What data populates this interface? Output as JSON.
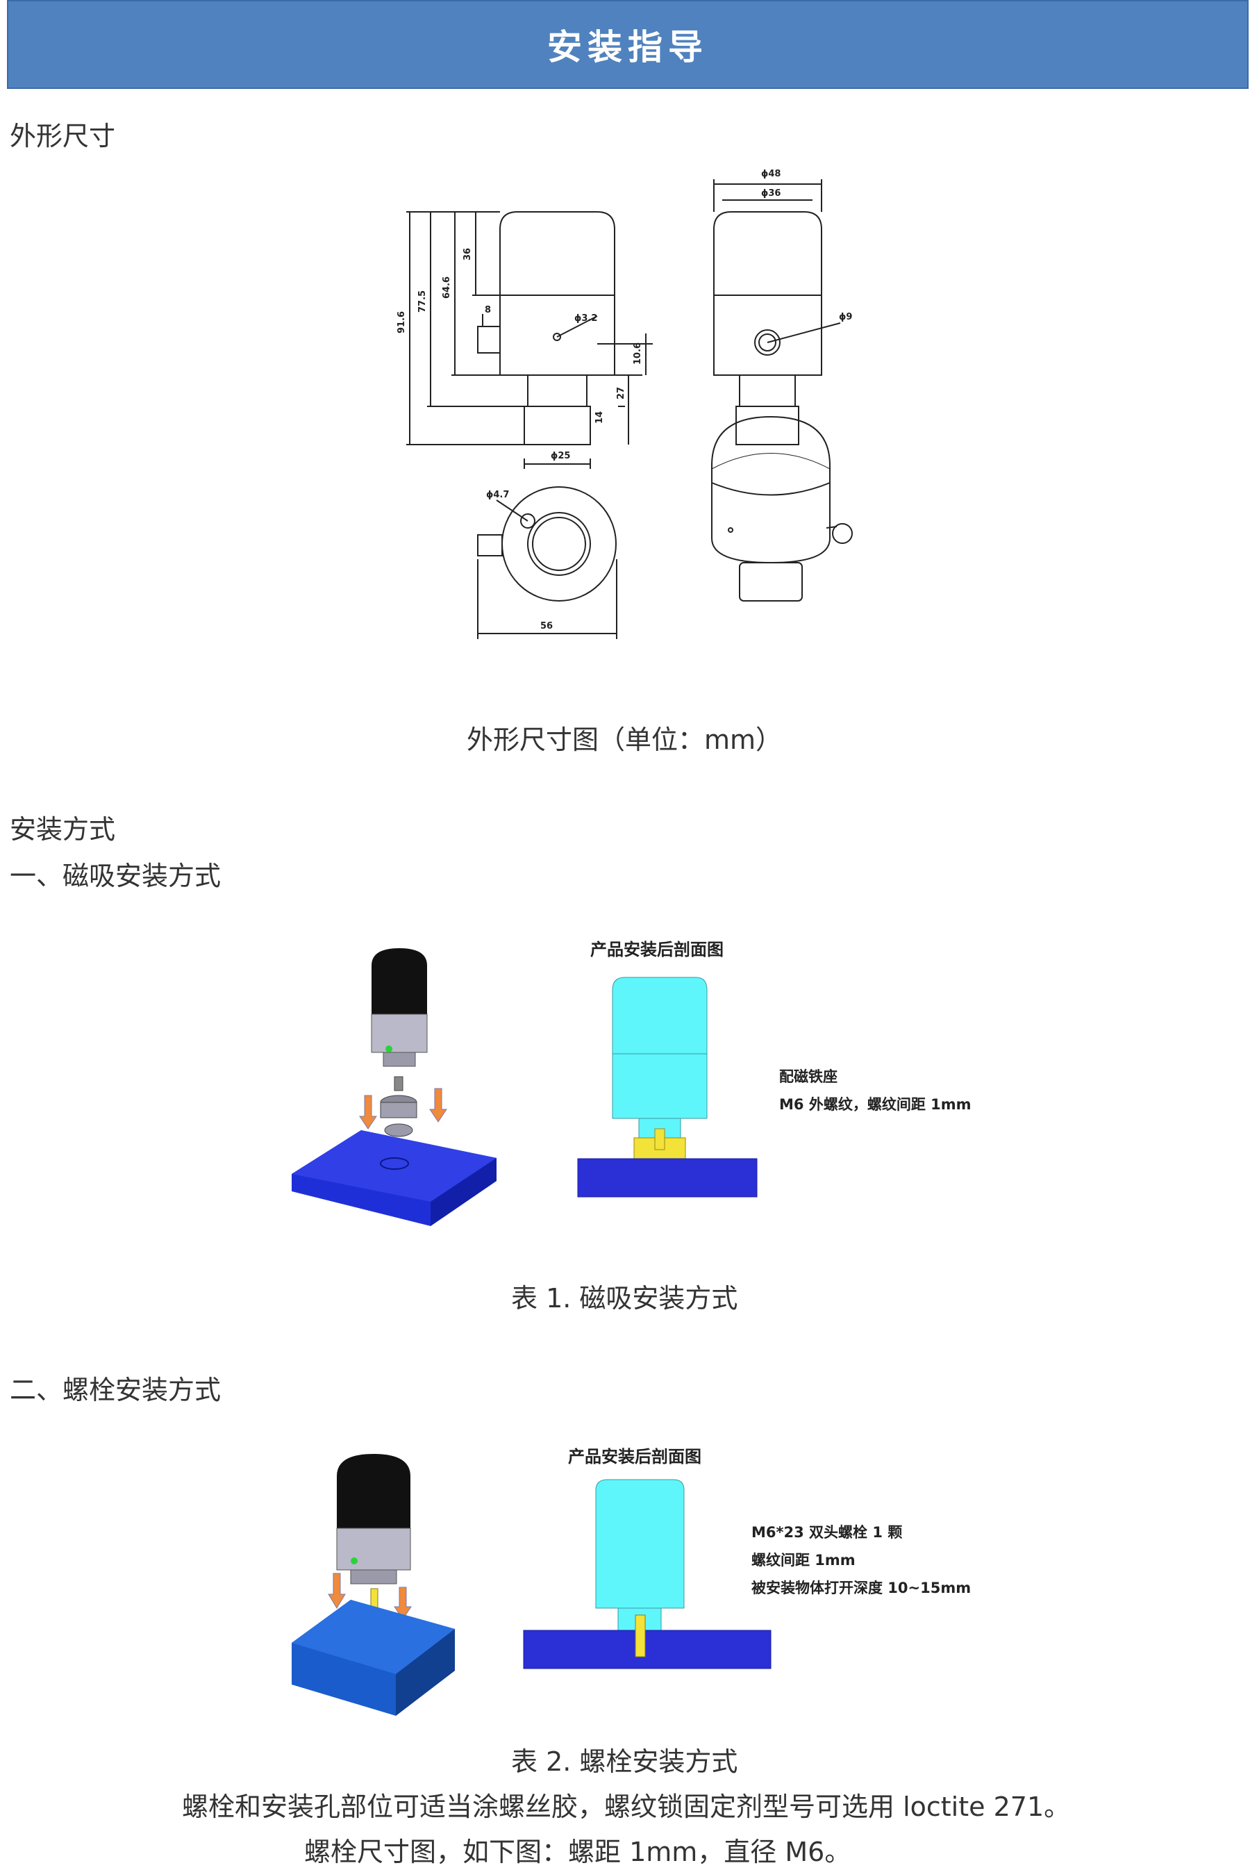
{
  "banner": {
    "title": "安装指导"
  },
  "section_outline": {
    "heading": "外形尺寸",
    "caption": "外形尺寸图（单位：mm）",
    "dims": {
      "d48": "ϕ48",
      "d36": "ϕ36",
      "d9": "ϕ9",
      "d32": "ϕ3.2",
      "h916": "91.6",
      "h775": "77.5",
      "h646": "64.6",
      "h36": "36",
      "h8": "8",
      "h106": "10.6",
      "h27": "27",
      "h14": "14",
      "d25": "ϕ25",
      "d47": "ϕ4.7",
      "w56": "56"
    }
  },
  "section_install": {
    "heading": "安装方式",
    "method1": {
      "heading": "一、磁吸安装方式",
      "section_title": "产品安装后剖面图",
      "note_line1": "配磁铁座",
      "note_line2": "M6 外螺纹，螺纹间距 1mm",
      "caption": "表 1.  磁吸安装方式"
    },
    "method2": {
      "heading": "二、螺栓安装方式",
      "section_title": "产品安装后剖面图",
      "note_line1": "M6*23 双头螺栓 1 颗",
      "note_line2": "螺纹间距 1mm",
      "note_line3": "被安装物体打开深度 10~15mm",
      "caption": "表 2.  螺栓安装方式"
    },
    "para1": "螺栓和安装孔部位可适当涂螺丝胶，螺纹锁固定剂型号可选用 loctite 271。",
    "para2": "螺栓尺寸图，如下图：螺距 1mm，直径 M6。"
  },
  "colors": {
    "banner": "#4f82bf",
    "cyan": "#5ff6fb",
    "blue_base": "#2a2fd6",
    "yellow": "#f2e23a",
    "black_cap": "#111111"
  }
}
